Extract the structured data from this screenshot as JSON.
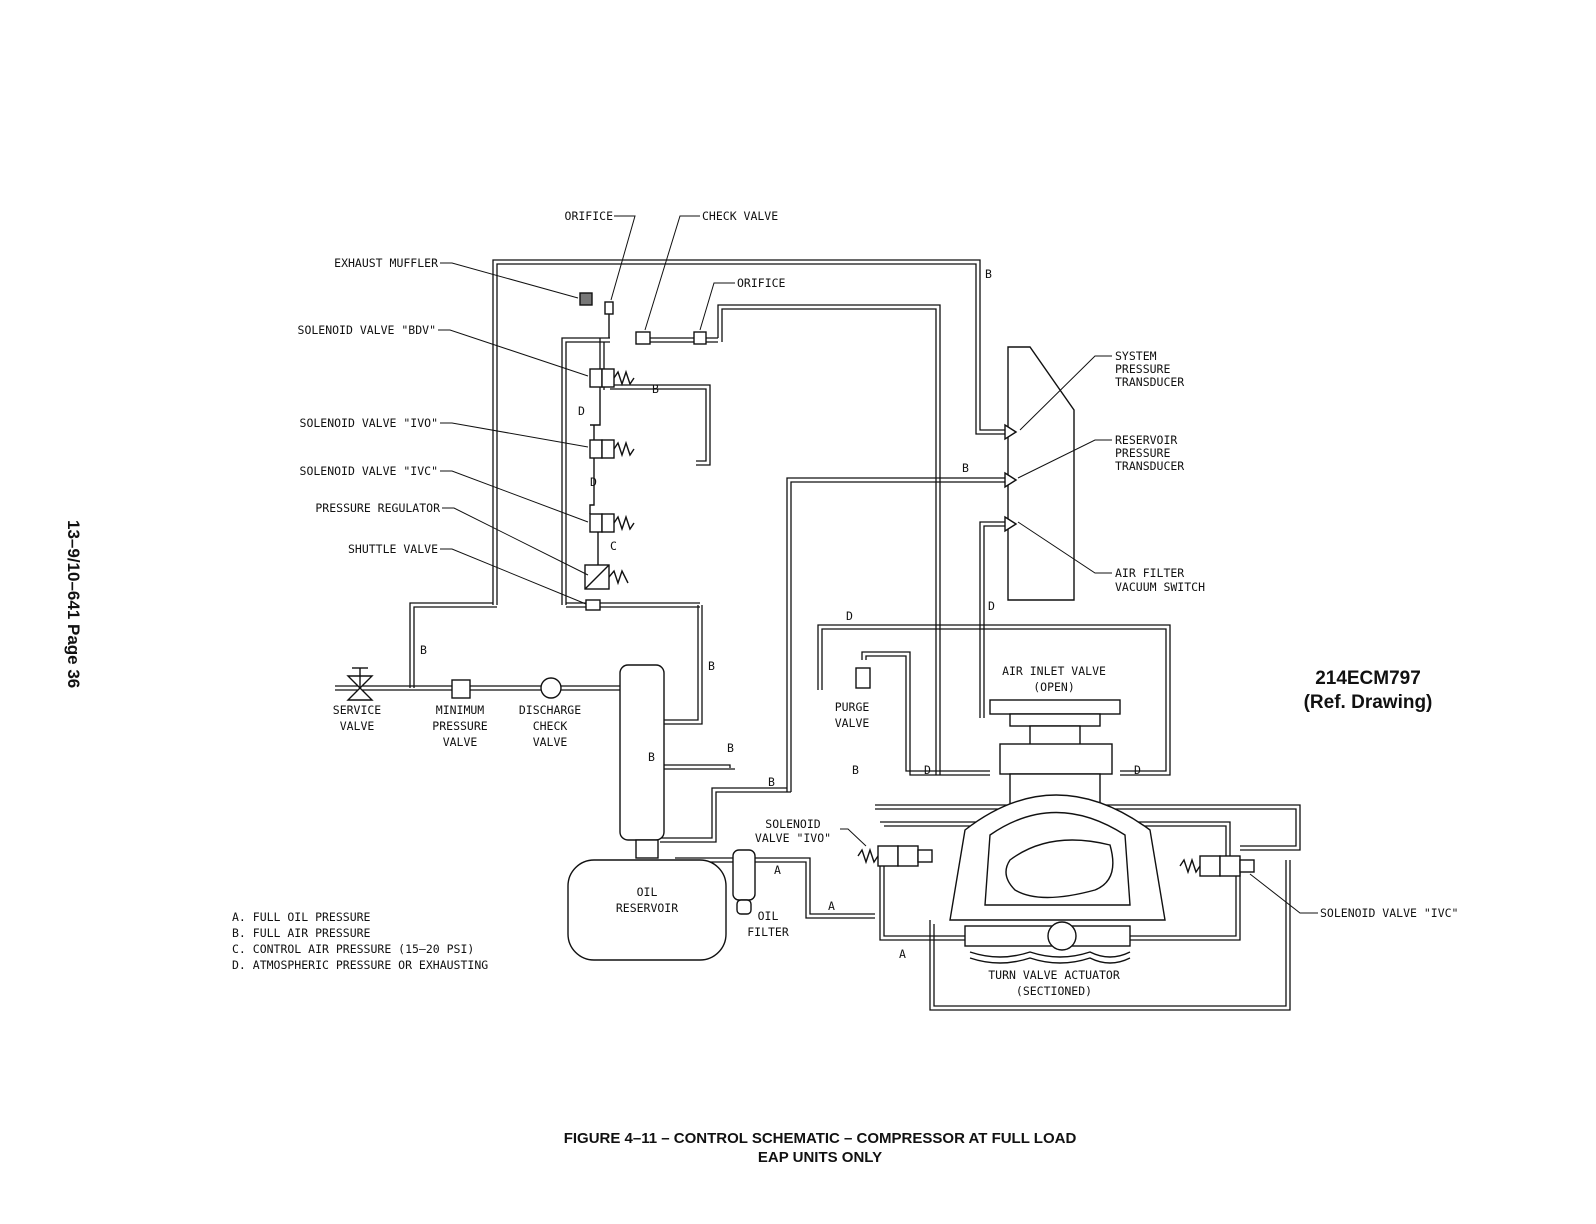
{
  "page_header": "13–9/10–641     Page 36",
  "reference_drawing": {
    "number": "214ECM797",
    "note": "(Ref. Drawing)"
  },
  "figure": {
    "caption_line1": "FIGURE 4–11  –  CONTROL SCHEMATIC – COMPRESSOR AT FULL LOAD",
    "caption_line2": "EAP UNITS ONLY"
  },
  "legend": [
    "A. FULL OIL PRESSURE",
    "B. FULL AIR PRESSURE",
    "C. CONTROL AIR PRESSURE (15–20 PSI)",
    "D. ATMOSPHERIC PRESSURE OR EXHAUSTING"
  ],
  "labels": {
    "orifice_top": "ORIFICE",
    "check_valve": "CHECK VALVE",
    "orifice_right": "ORIFICE",
    "exhaust_muffler": "EXHAUST MUFFLER",
    "solenoid_bdv": "SOLENOID VALVE \"BDV\"",
    "solenoid_ivo_upper": "SOLENOID VALVE \"IVO\"",
    "solenoid_ivc_upper": "SOLENOID VALVE \"IVC\"",
    "pressure_regulator": "PRESSURE REGULATOR",
    "shuttle_valve": "SHUTTLE VALVE",
    "system_pressure_transducer": [
      "SYSTEM",
      "PRESSURE",
      "TRANSDUCER"
    ],
    "reservoir_pressure_transducer": [
      "RESERVOIR",
      "PRESSURE",
      "TRANSDUCER"
    ],
    "air_filter_vacuum_switch": [
      "AIR FILTER",
      "VACUUM SWITCH"
    ],
    "service_valve": [
      "SERVICE",
      "VALVE"
    ],
    "minimum_pressure_valve": [
      "MINIMUM",
      "PRESSURE",
      "VALVE"
    ],
    "discharge_check_valve": [
      "DISCHARGE",
      "CHECK",
      "VALVE"
    ],
    "purge_valve": [
      "PURGE",
      "VALVE"
    ],
    "air_inlet_valve": [
      "AIR INLET VALVE",
      "(OPEN)"
    ],
    "solenoid_ivo_lower": [
      "SOLENOID",
      "VALVE \"IVO\""
    ],
    "solenoid_ivc_lower": "SOLENOID VALVE \"IVC\"",
    "oil_reservoir": [
      "OIL",
      "RESERVOIR"
    ],
    "oil_filter": [
      "OIL",
      "FILTER"
    ],
    "turn_valve_actuator": [
      "TURN VALVE ACTUATOR",
      "(SECTIONED)"
    ]
  },
  "line_codes": {
    "a": "A",
    "b": "B",
    "c": "C",
    "d": "D"
  }
}
